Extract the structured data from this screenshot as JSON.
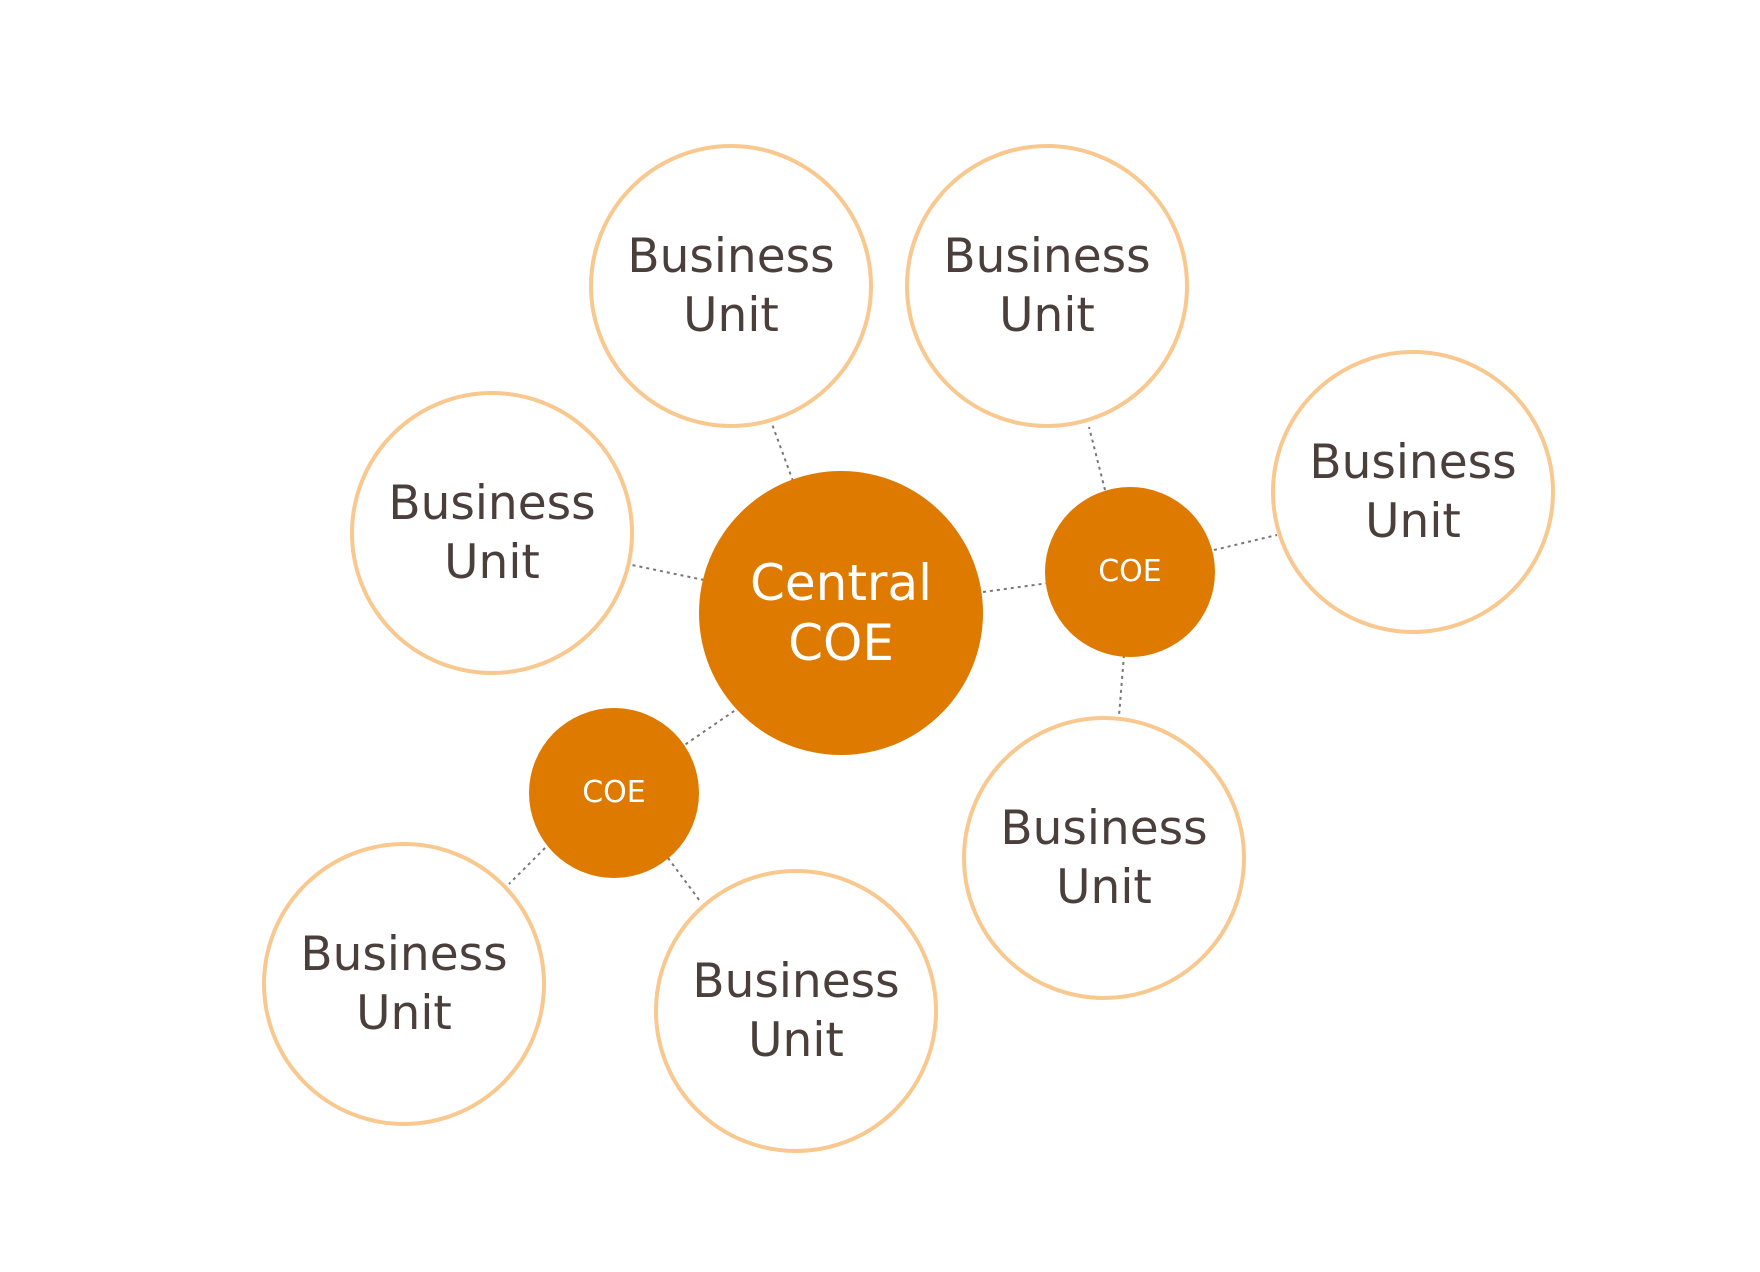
{
  "central": {
    "line1": "Central",
    "line2": "COE"
  },
  "coe_hubs": [
    {
      "label": "COE"
    },
    {
      "label": "COE"
    }
  ],
  "business_units": [
    {
      "line1": "Business",
      "line2": "Unit"
    },
    {
      "line1": "Business",
      "line2": "Unit"
    },
    {
      "line1": "Business",
      "line2": "Unit"
    },
    {
      "line1": "Business",
      "line2": "Unit"
    },
    {
      "line1": "Business",
      "line2": "Unit"
    },
    {
      "line1": "Business",
      "line2": "Unit"
    },
    {
      "line1": "Business",
      "line2": "Unit"
    }
  ],
  "colors": {
    "hub_fill": "#df7a00",
    "unit_border": "#f8c88f",
    "unit_text": "#4b3f3b",
    "connector": "#777777"
  }
}
